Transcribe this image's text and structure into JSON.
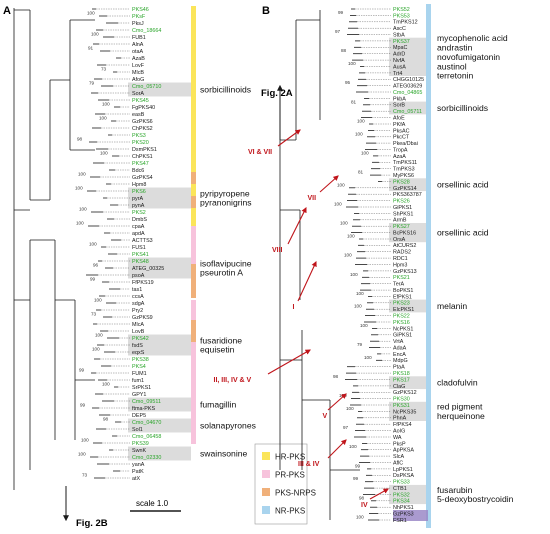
{
  "panels": {
    "a": "A",
    "b": "B"
  },
  "colors": {
    "green": "#2aa52a",
    "black": "#1a1a1a",
    "hr": "#fbe55a",
    "pr": "#f7c3dc",
    "nrps": "#f0b07a",
    "nr": "#a9d4ee",
    "shade": "#dcdcdc",
    "arrow": "#c0151b"
  },
  "tree_a": {
    "leaves": [
      {
        "name": "PKS46",
        "g": 1
      },
      {
        "name": "PKsF",
        "g": 1
      },
      {
        "name": "PksJ",
        "g": 0
      },
      {
        "name": "Cmo_18664",
        "g": 1
      },
      {
        "name": "FUB1",
        "g": 0
      },
      {
        "name": "AlnA",
        "g": 0
      },
      {
        "name": "otaA",
        "g": 0
      },
      {
        "name": "AzaB",
        "g": 0
      },
      {
        "name": "LovF",
        "g": 0
      },
      {
        "name": "MlcB",
        "g": 0
      },
      {
        "name": "AfoG",
        "g": 0
      },
      {
        "name": "Cmo_05710",
        "g": 1
      },
      {
        "name": "SorA",
        "g": 0
      },
      {
        "name": "PKS45",
        "g": 1
      },
      {
        "name": "FgPKS40",
        "g": 0
      },
      {
        "name": "easB",
        "g": 0
      },
      {
        "name": "GzPKS6",
        "g": 0
      },
      {
        "name": "ChPKS2",
        "g": 0
      },
      {
        "name": "PKS3",
        "g": 1
      },
      {
        "name": "PKS20",
        "g": 1
      },
      {
        "name": "DsmPKS1",
        "g": 0
      },
      {
        "name": "ChPKS1",
        "g": 0
      },
      {
        "name": "PKS47",
        "g": 1
      },
      {
        "name": "Bdc6",
        "g": 0
      },
      {
        "name": "GzPKS4",
        "g": 0
      },
      {
        "name": "Hpm8",
        "g": 0
      },
      {
        "name": "PKS6",
        "g": 1
      },
      {
        "name": "pyrA",
        "g": 0
      },
      {
        "name": "pynA",
        "g": 0
      },
      {
        "name": "PKS2",
        "g": 1
      },
      {
        "name": "DmbS",
        "g": 0
      },
      {
        "name": "cpaA",
        "g": 0
      },
      {
        "name": "apdA",
        "g": 0
      },
      {
        "name": "ACTTS3",
        "g": 0
      },
      {
        "name": "FUS1",
        "g": 0
      },
      {
        "name": "PKS41",
        "g": 1
      },
      {
        "name": "PKS48",
        "g": 1
      },
      {
        "name": "ATEG_00325",
        "g": 0
      },
      {
        "name": "psoA",
        "g": 0
      },
      {
        "name": "FfPKS19",
        "g": 0
      },
      {
        "name": "tas1",
        "g": 0
      },
      {
        "name": "ccsA",
        "g": 0
      },
      {
        "name": "sdgA",
        "g": 0
      },
      {
        "name": "Pry2",
        "g": 0
      },
      {
        "name": "GzPKS9",
        "g": 0
      },
      {
        "name": "MlcA",
        "g": 0
      },
      {
        "name": "LovB",
        "g": 0
      },
      {
        "name": "PKS42",
        "g": 1
      },
      {
        "name": "fsdS",
        "g": 0
      },
      {
        "name": "eqxS",
        "g": 0
      },
      {
        "name": "PKS38",
        "g": 1
      },
      {
        "name": "PKS4",
        "g": 1
      },
      {
        "name": "FUM1",
        "g": 0
      },
      {
        "name": "fum1",
        "g": 0
      },
      {
        "name": "SrPKS1",
        "g": 0
      },
      {
        "name": "GPY1",
        "g": 0
      },
      {
        "name": "Cmo_09511",
        "g": 1
      },
      {
        "name": "ftma-PKS",
        "g": 0
      },
      {
        "name": "DEP5",
        "g": 0
      },
      {
        "name": "Cmo_04670",
        "g": 1
      },
      {
        "name": "Sol1",
        "g": 0
      },
      {
        "name": "Cmo_06458",
        "g": 1
      },
      {
        "name": "PKS39",
        "g": 1
      },
      {
        "name": "SwnK",
        "g": 0
      },
      {
        "name": "Cmo_02330",
        "g": 1
      },
      {
        "name": "yanA",
        "g": 0
      },
      {
        "name": "PatK",
        "g": 0
      },
      {
        "name": "atX",
        "g": 0
      }
    ],
    "groups": [
      {
        "label": "sorbicillinoids",
        "first": 11,
        "last": 12
      },
      {
        "label": "pyripyropene\npyranonigrins",
        "first": 26,
        "last": 28
      },
      {
        "label": "isoflavipucine\npseurotin A",
        "first": 36,
        "last": 38
      },
      {
        "label": "fusaridione\nequisetin",
        "first": 47,
        "last": 49
      },
      {
        "label": "fumagillin",
        "first": 56,
        "last": 57
      },
      {
        "label": "solanapyrones",
        "first": 59,
        "last": 60
      },
      {
        "label": "swainsonine",
        "first": 63,
        "last": 64
      }
    ],
    "boot": [
      "100",
      "100",
      "91",
      "73",
      "79",
      "100",
      "100",
      "98",
      "100",
      "100",
      "100",
      "100",
      "100",
      "100",
      "96",
      "99",
      "100",
      "73",
      "100",
      "100",
      "99",
      "100",
      "99",
      "98",
      "100",
      "100",
      "73"
    ],
    "ref": "Fig. 2B",
    "scale": "scale 1.0"
  },
  "tree_b": {
    "leaves": [
      {
        "name": "PKS52",
        "g": 1
      },
      {
        "name": "PKS53",
        "g": 1
      },
      {
        "name": "TmPKS12",
        "g": 0
      },
      {
        "name": "AscC",
        "g": 0
      },
      {
        "name": "StbA",
        "g": 0
      },
      {
        "name": "PKS37",
        "g": 1
      },
      {
        "name": "MpaC",
        "g": 0
      },
      {
        "name": "AdrD",
        "g": 0
      },
      {
        "name": "NvfA",
        "g": 0
      },
      {
        "name": "AusA",
        "g": 0
      },
      {
        "name": "Trt4",
        "g": 0
      },
      {
        "name": "CHGG10125",
        "g": 0
      },
      {
        "name": "ATEG03629",
        "g": 0
      },
      {
        "name": "Cmo_04865",
        "g": 1
      },
      {
        "name": "PkbA",
        "g": 0
      },
      {
        "name": "SorB",
        "g": 0
      },
      {
        "name": "Cmo_05711",
        "g": 1
      },
      {
        "name": "AfoE",
        "g": 0
      },
      {
        "name": "PKfA",
        "g": 0
      },
      {
        "name": "PksAC",
        "g": 0
      },
      {
        "name": "PkcCT",
        "g": 0
      },
      {
        "name": "Pkea/Dbai",
        "g": 0
      },
      {
        "name": "TropA",
        "g": 0
      },
      {
        "name": "AzaA",
        "g": 0
      },
      {
        "name": "TmPKS11",
        "g": 0
      },
      {
        "name": "TmPKS3",
        "g": 0
      },
      {
        "name": "MyPKS6",
        "g": 0
      },
      {
        "name": "PKS28",
        "g": 1
      },
      {
        "name": "GzPKS14",
        "g": 0
      },
      {
        "name": "PKS363787",
        "g": 0
      },
      {
        "name": "PKS26",
        "g": 1
      },
      {
        "name": "GiPKS1",
        "g": 0
      },
      {
        "name": "ShPKS1",
        "g": 0
      },
      {
        "name": "ArmB",
        "g": 0
      },
      {
        "name": "PKS27",
        "g": 1
      },
      {
        "name": "BcPKS16",
        "g": 0
      },
      {
        "name": "OrsA",
        "g": 0
      },
      {
        "name": "AtCURS2",
        "g": 0
      },
      {
        "name": "RADS2",
        "g": 0
      },
      {
        "name": "RDC1",
        "g": 0
      },
      {
        "name": "Hpm3",
        "g": 0
      },
      {
        "name": "GzPKS13",
        "g": 0
      },
      {
        "name": "PKS21",
        "g": 1
      },
      {
        "name": "TerA",
        "g": 0
      },
      {
        "name": "BoPKS1",
        "g": 0
      },
      {
        "name": "EfPKS1",
        "g": 0
      },
      {
        "name": "PKS23",
        "g": 1
      },
      {
        "name": "ElcPKS1",
        "g": 0
      },
      {
        "name": "PKS22",
        "g": 1
      },
      {
        "name": "PKS16",
        "g": 1
      },
      {
        "name": "NcPKS1",
        "g": 0
      },
      {
        "name": "GiPKS1",
        "g": 0
      },
      {
        "name": "VrtA",
        "g": 0
      },
      {
        "name": "AdaA",
        "g": 0
      },
      {
        "name": "EncA",
        "g": 0
      },
      {
        "name": "MdpG",
        "g": 0
      },
      {
        "name": "PtaA",
        "g": 0
      },
      {
        "name": "PKS18",
        "g": 1
      },
      {
        "name": "PKS17",
        "g": 1
      },
      {
        "name": "ClaG",
        "g": 0
      },
      {
        "name": "GzPKS12",
        "g": 0
      },
      {
        "name": "PKS30",
        "g": 1
      },
      {
        "name": "PKS31",
        "g": 1
      },
      {
        "name": "NcPKS35",
        "g": 0
      },
      {
        "name": "PhnA",
        "g": 0
      },
      {
        "name": "FfPKS4",
        "g": 0
      },
      {
        "name": "AoIG",
        "g": 0
      },
      {
        "name": "WA",
        "g": 0
      },
      {
        "name": "PksP",
        "g": 0
      },
      {
        "name": "ApPKSA",
        "g": 0
      },
      {
        "name": "SlcA",
        "g": 0
      },
      {
        "name": "AflC",
        "g": 0
      },
      {
        "name": "LpPKS1",
        "g": 0
      },
      {
        "name": "DsPKSA",
        "g": 0
      },
      {
        "name": "PKS33",
        "g": 1
      },
      {
        "name": "CTB1",
        "g": 0
      },
      {
        "name": "PKS32",
        "g": 1
      },
      {
        "name": "PKS34",
        "g": 1
      },
      {
        "name": "NhPKS1",
        "g": 0
      },
      {
        "name": "GzPKS3",
        "g": 0
      },
      {
        "name": "FSR1",
        "g": 0
      }
    ],
    "groups": [
      {
        "label": "mycophenolic acid\nandrastin\nnovofumigatonin\naustinol\nterretonin",
        "first": 5,
        "last": 10
      },
      {
        "label": "sorbicillinoids",
        "first": 15,
        "last": 16
      },
      {
        "label": "orsellinic acid",
        "first": 27,
        "last": 28
      },
      {
        "label": "orsellinic acid",
        "first": 34,
        "last": 36
      },
      {
        "label": "melanin",
        "first": 46,
        "last": 47
      },
      {
        "label": "cladofulvin",
        "first": 58,
        "last": 59
      },
      {
        "label": "red pigment\nherqueinone",
        "first": 62,
        "last": 64
      },
      {
        "label": "fusarubin\n5-deoxybostrycoidin",
        "first": 75,
        "last": 77
      }
    ],
    "boot": [
      "99",
      "97",
      "88",
      "100",
      "95",
      "81",
      "100",
      "100",
      "100",
      "81",
      "100",
      "100",
      "100",
      "100",
      "100",
      "100",
      "100",
      "100",
      "100",
      "79",
      "100",
      "98",
      "100",
      "100",
      "97",
      "100",
      "99",
      "99",
      "98",
      "100"
    ],
    "ref": "Fig. 2A",
    "arrows": [
      "VI & VII",
      "VII",
      "VIII",
      "I",
      "II, III, IV & V",
      "V",
      "III & IV",
      "IV"
    ]
  },
  "legend": [
    "HR-PKS",
    "PR-PKS",
    "PKS-NRPS",
    "NR-PKS"
  ]
}
